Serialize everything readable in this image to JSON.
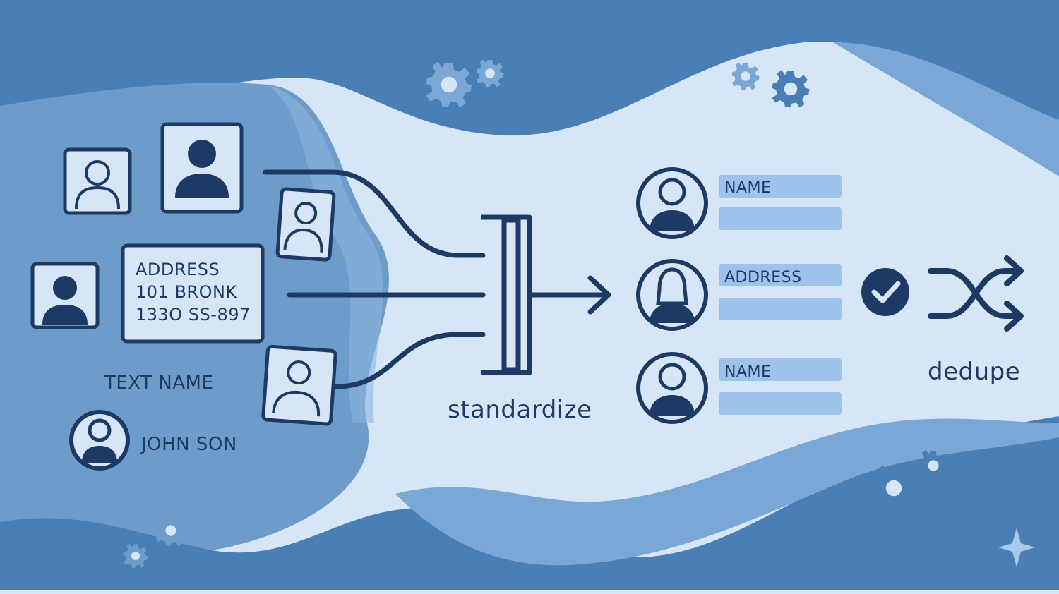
{
  "colors": {
    "background": "#d6e6f7",
    "blob_dark": "#4a7fb6",
    "blob_mid": "#6d9ccb",
    "blob_light": "#a9c9ea",
    "ink": "#1d3a64",
    "field_fill": "#9ec3ea"
  },
  "input": {
    "address_card": {
      "line1": "ADDRESS",
      "line2": "101 BRONK",
      "line3": "133O SS-897"
    },
    "text_name": "TEXT NAME",
    "person_name": "JOHN SON"
  },
  "process": {
    "label": "standardize"
  },
  "records": [
    {
      "field_label": "NAME",
      "avatar": "male-user-icon"
    },
    {
      "field_label": "ADDRESS",
      "avatar": "female-user-icon"
    },
    {
      "field_label": "NAME",
      "avatar": "male-user-icon"
    }
  ],
  "output": {
    "label": "dedupe",
    "check_icon": "check-circle-icon",
    "merge_icon": "shuffle-arrows-icon"
  },
  "decorations": [
    "gear-icon",
    "sparkle-icon"
  ]
}
